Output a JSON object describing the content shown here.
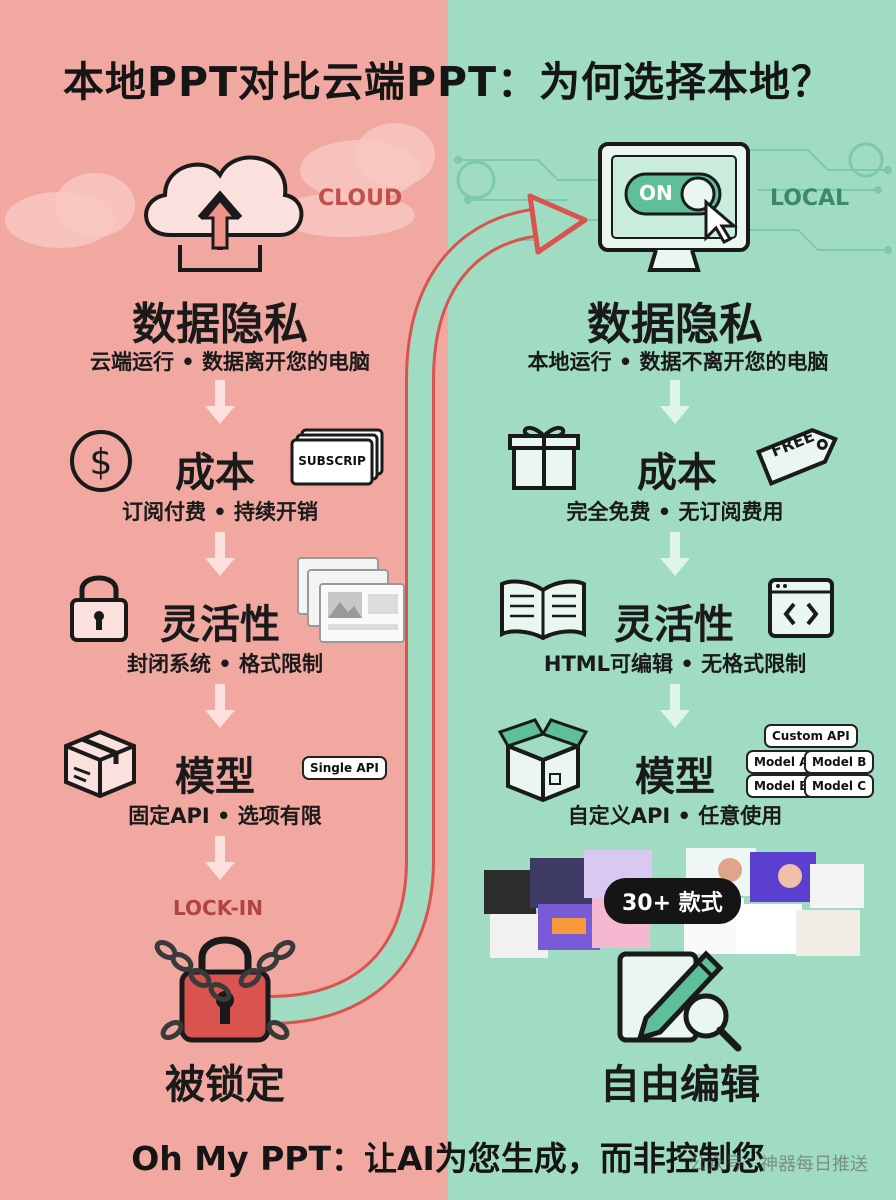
{
  "title": "本地PPT对比云端PPT：为何选择本地？",
  "left": {
    "tag": "CLOUD",
    "privacy": {
      "heading": "数据隐私",
      "sub": "云端运行 • 数据离开您的电脑"
    },
    "cost": {
      "heading": "成本",
      "sub": "订阅付费 • 持续开销",
      "card_label": "SUBSCRIP"
    },
    "flexibility": {
      "heading": "灵活性",
      "sub": "封闭系统 • 格式限制"
    },
    "model": {
      "heading": "模型",
      "sub": "固定API • 选项有限",
      "pill": "Single API"
    },
    "lock_tag": "LOCK-IN",
    "locked": "被锁定"
  },
  "right": {
    "tag": "LOCAL",
    "switch_label": "ON",
    "privacy": {
      "heading": "数据隐私",
      "sub": "本地运行 • 数据不离开您的电脑"
    },
    "cost": {
      "heading": "成本",
      "sub": "完全免费 • 无订阅费用",
      "tag_label": "FREE"
    },
    "flexibility": {
      "heading": "灵活性",
      "sub": "HTML可编辑 • 无格式限制"
    },
    "model": {
      "heading": "模型",
      "sub": "自定义API • 任意使用",
      "pills": [
        "Custom API",
        "Model A",
        "Model B",
        "Model B",
        "Model C"
      ]
    },
    "templates_badge": "30+ 款式",
    "free_edit": "自由编辑"
  },
  "footer": "Oh My PPT：让AI为您生成，而非控制您",
  "watermark": "公众号 · 神器每日推送",
  "colors": {
    "left_bg": "#f1a8a0",
    "right_bg": "#9fdcc2",
    "accent_red": "#d9534f",
    "accent_green": "#5fbf98"
  }
}
